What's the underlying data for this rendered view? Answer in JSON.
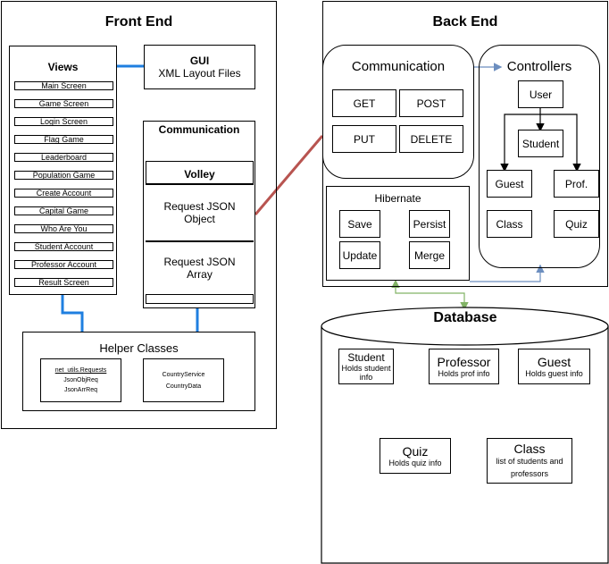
{
  "front_end": {
    "title": "Front End",
    "views": {
      "title": "Views",
      "items": [
        "Main Screen",
        "Game Screen",
        "Login Screen",
        "Flag Game",
        "Leaderboard",
        "Population Game",
        "Create Account",
        "Capital Game",
        "Who Are You",
        "Student Account",
        "Professor Account",
        "Result Screen"
      ]
    },
    "gui": {
      "title": "GUI",
      "subtitle": "XML Layout Files"
    },
    "communication": {
      "title": "Communication",
      "volley": "Volley",
      "request_object": "Request JSON\nObject",
      "request_array": "Request JSON\nArray"
    },
    "helper": {
      "title": "Helper Classes",
      "left": [
        "net_utils.Requests",
        "JsonObjReq",
        "JsonArrReq"
      ],
      "right": [
        "CountryService",
        "CountryData"
      ]
    }
  },
  "back_end": {
    "title": "Back End",
    "communication": {
      "title": "Communication",
      "methods": [
        "GET",
        "POST",
        "PUT",
        "DELETE"
      ]
    },
    "controllers": {
      "title": "Controllers",
      "items": [
        "User",
        "Student",
        "Guest",
        "Prof.",
        "Class",
        "Quiz"
      ]
    },
    "hibernate": {
      "title": "Hibernate",
      "ops": [
        "Save",
        "Persist",
        "Update",
        "Merge"
      ]
    }
  },
  "database": {
    "title": "Database",
    "entities": {
      "student": {
        "name": "Student",
        "desc": "Holds student\ninfo"
      },
      "professor": {
        "name": "Professor",
        "desc": "Holds prof info"
      },
      "guest": {
        "name": "Guest",
        "desc": "Holds guest info"
      },
      "quiz": {
        "name": "Quiz",
        "desc": "Holds quiz info"
      },
      "class": {
        "name": "Class",
        "desc": "list of students and\nprofessors"
      }
    }
  },
  "colors": {
    "blue_link": "#1f7fe0",
    "arrow_blue": "#6c8ebf",
    "arrow_green": "#82b366",
    "red_link": "#b85450"
  }
}
